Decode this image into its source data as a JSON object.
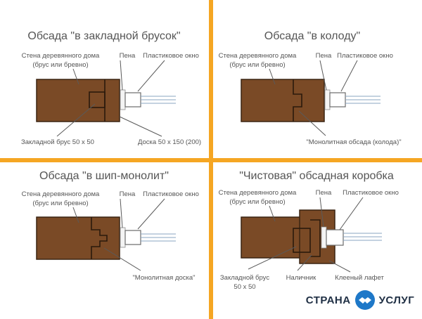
{
  "panels": [
    {
      "title": "Обсада \"в закладной брусок\"",
      "labels": {
        "wall": [
          "Стена деревянного дома",
          "(брус или бревно)"
        ],
        "foam": "Пена",
        "window": "Пластиковое окно",
        "bottom_left": "Закладной брус 50 х 50",
        "bottom_right": "Доска 50 х 150 (200)"
      }
    },
    {
      "title": "Обсада \"в колоду\"",
      "labels": {
        "wall": [
          "Стена деревянного дома",
          "(брус или бревно)"
        ],
        "foam": "Пена",
        "window": "Пластиковое окно",
        "bottom": "\"Монолитная обсада (колода)\""
      }
    },
    {
      "title": "Обсада \"в шип-монолит\"",
      "labels": {
        "wall": [
          "Стена деревянного дома",
          "(брус или бревно)"
        ],
        "foam": "Пена",
        "window": "Пластиковое окно",
        "bottom": "\"Монолитная доска\""
      }
    },
    {
      "title": "\"Чистовая\" обсадная коробка",
      "labels": {
        "wall": [
          "Стена деревянного дома",
          "(брус или бревно)"
        ],
        "foam": "Пена",
        "window": "Пластиковое окно",
        "bottom_left": [
          "Закладной брус",
          "50 х 50"
        ],
        "bottom_mid": "Наличник",
        "bottom_right": "Клееный лафет"
      }
    }
  ],
  "watermark": {
    "left": "СТРАНА",
    "right": "УСЛУГ",
    "icon": "handshake-icon"
  },
  "colors": {
    "divider": "#f5a623",
    "wood": "#7a4a26",
    "text": "#555555",
    "brand": "#1e78c8"
  }
}
